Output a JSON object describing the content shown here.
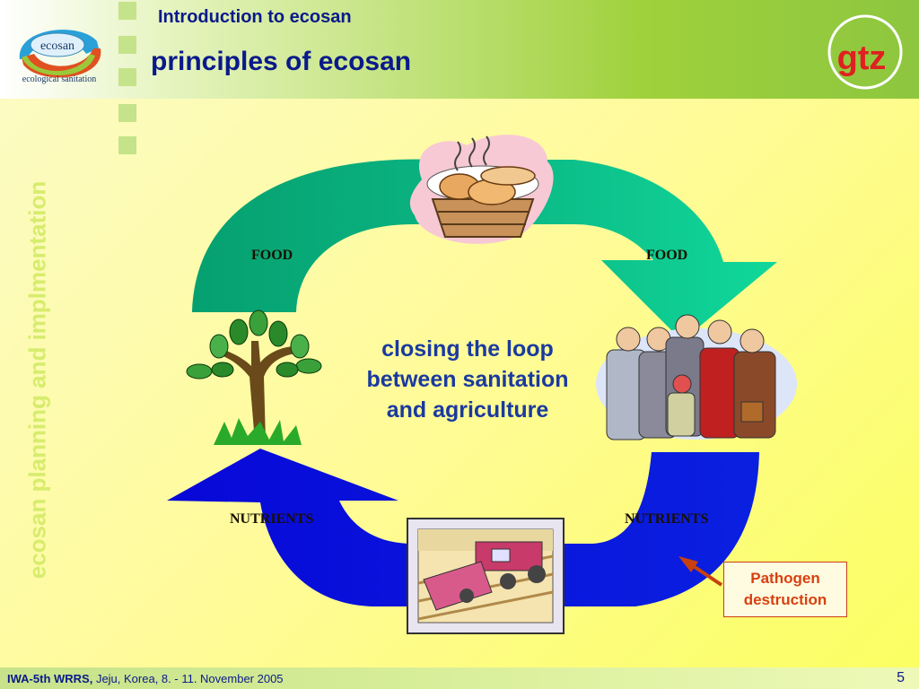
{
  "header": {
    "subtitle": "Introduction to ecosan",
    "title": "principles of ecosan",
    "logo_word": "ecosan",
    "logo_caption": "ecological sanitation",
    "gtz_word": "gtz"
  },
  "side_text": "ecosan planning and implmentation",
  "diagram": {
    "food_left": "FOOD",
    "food_right": "FOOD",
    "nutrients_left": "NUTRIENTS",
    "nutrients_right": "NUTRIENTS",
    "center_line1": "closing the loop",
    "center_line2": "between sanitation",
    "center_line3": "and agriculture",
    "callout_line1": "Pathogen",
    "callout_line2": "destruction"
  },
  "footer": {
    "conference": "IWA-5th WRRS,",
    "details": " Jeju, Korea, 8. - 11. November 2005",
    "page_number": "5"
  },
  "colors": {
    "teal_arrow": "#08a878",
    "blue_arrow": "#0a0adc",
    "title_blue": "#0a1a8a",
    "callout_red": "#d84010"
  }
}
